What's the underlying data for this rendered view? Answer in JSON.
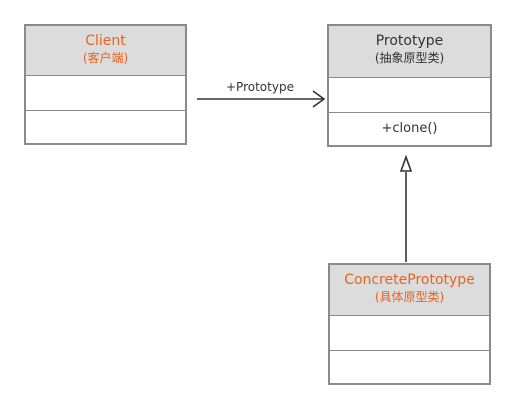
{
  "colors": {
    "accent": "#e8641e",
    "text": "#333333",
    "border": "#8a8a8a",
    "header_fill": "#dcdcdc"
  },
  "classes": {
    "client": {
      "name": "Client",
      "subtitle": "(客户端)",
      "attributes": "",
      "operations": ""
    },
    "prototype": {
      "name": "Prototype",
      "subtitle": "(抽象原型类)",
      "attributes": "",
      "operations": "+clone()"
    },
    "concrete": {
      "name": "ConcretePrototype",
      "subtitle": "(具体原型类)",
      "attributes": "",
      "operations": ""
    }
  },
  "relations": {
    "association_label": "+Prototype"
  }
}
